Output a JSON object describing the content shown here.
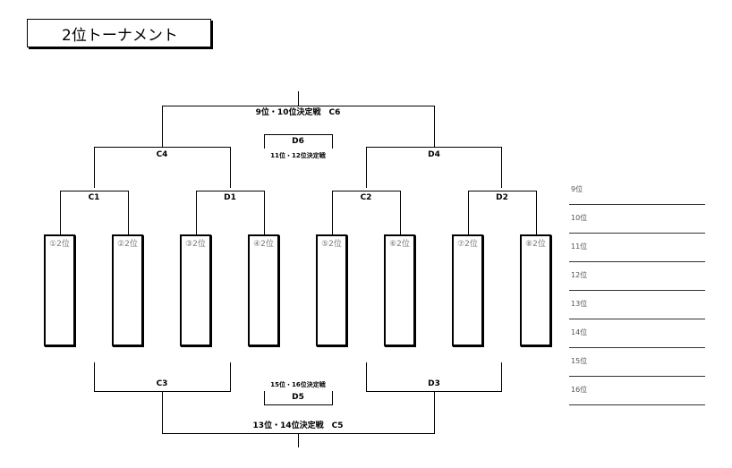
{
  "title": "2位トーナメント",
  "matches": {
    "c6": "9位・10位決定戦　C6",
    "d6_code": "D6",
    "d6_desc": "11位・12位決定戦",
    "c4": "C4",
    "d4": "D4",
    "c1": "C1",
    "d1": "D1",
    "c2": "C2",
    "d2": "D2",
    "c3": "C3",
    "d3": "D3",
    "d5_desc": "15位・16位決定戦",
    "d5_code": "D5",
    "c5": "13位・14位決定戦　C5"
  },
  "teams": [
    "①2位",
    "②2位",
    "③2位",
    "④2位",
    "⑤2位",
    "⑥2位",
    "⑦2位",
    "⑧2位"
  ],
  "ranks": [
    "9位",
    "10位",
    "11位",
    "12位",
    "13位",
    "14位",
    "15位",
    "16位"
  ]
}
